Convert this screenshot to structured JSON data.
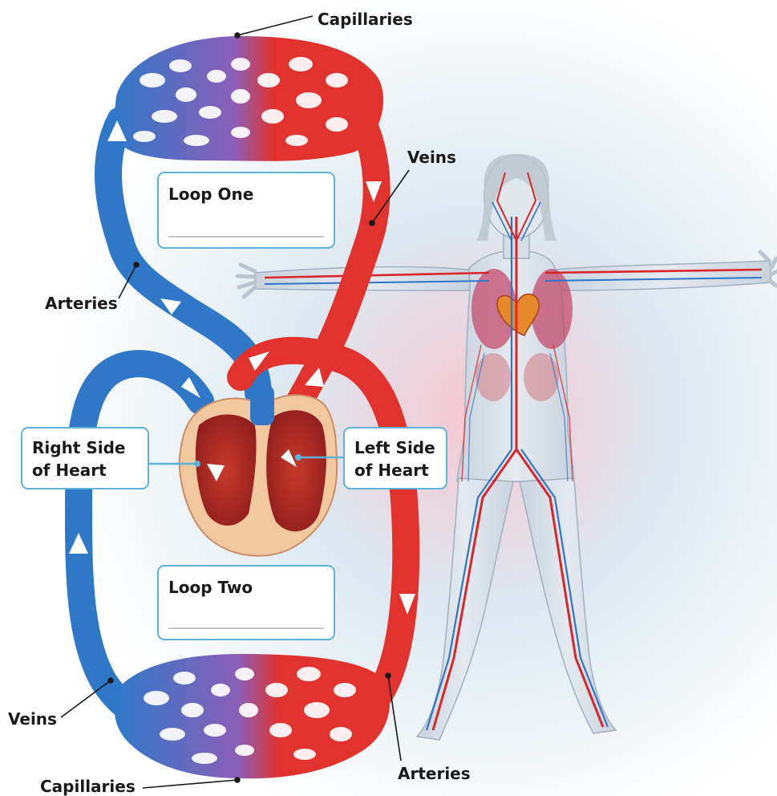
{
  "labels": {
    "capillaries_top": "Capillaries",
    "veins_top": "Veins",
    "arteries_left": "Arteries",
    "veins_bottom": "Veins",
    "capillaries_bottom": "Capillaries",
    "arteries_bottom": "Arteries"
  },
  "boxes": {
    "loop_one": "Loop One",
    "loop_two": "Loop Two",
    "right_side_line1": "Right Side",
    "right_side_line2": "of Heart",
    "left_side_line1": "Left Side",
    "left_side_line2": "of Heart"
  },
  "colors": {
    "oxygen_poor_blood": "#2f78c8",
    "oxygen_rich_blood": "#e2322d",
    "capillary_mix": "#8a5fb8",
    "label_box_border": "#5fb3d9"
  },
  "icons": [
    "flow-arrow-icon",
    "human-body-figure-icon",
    "heart-cross-section-icon"
  ]
}
